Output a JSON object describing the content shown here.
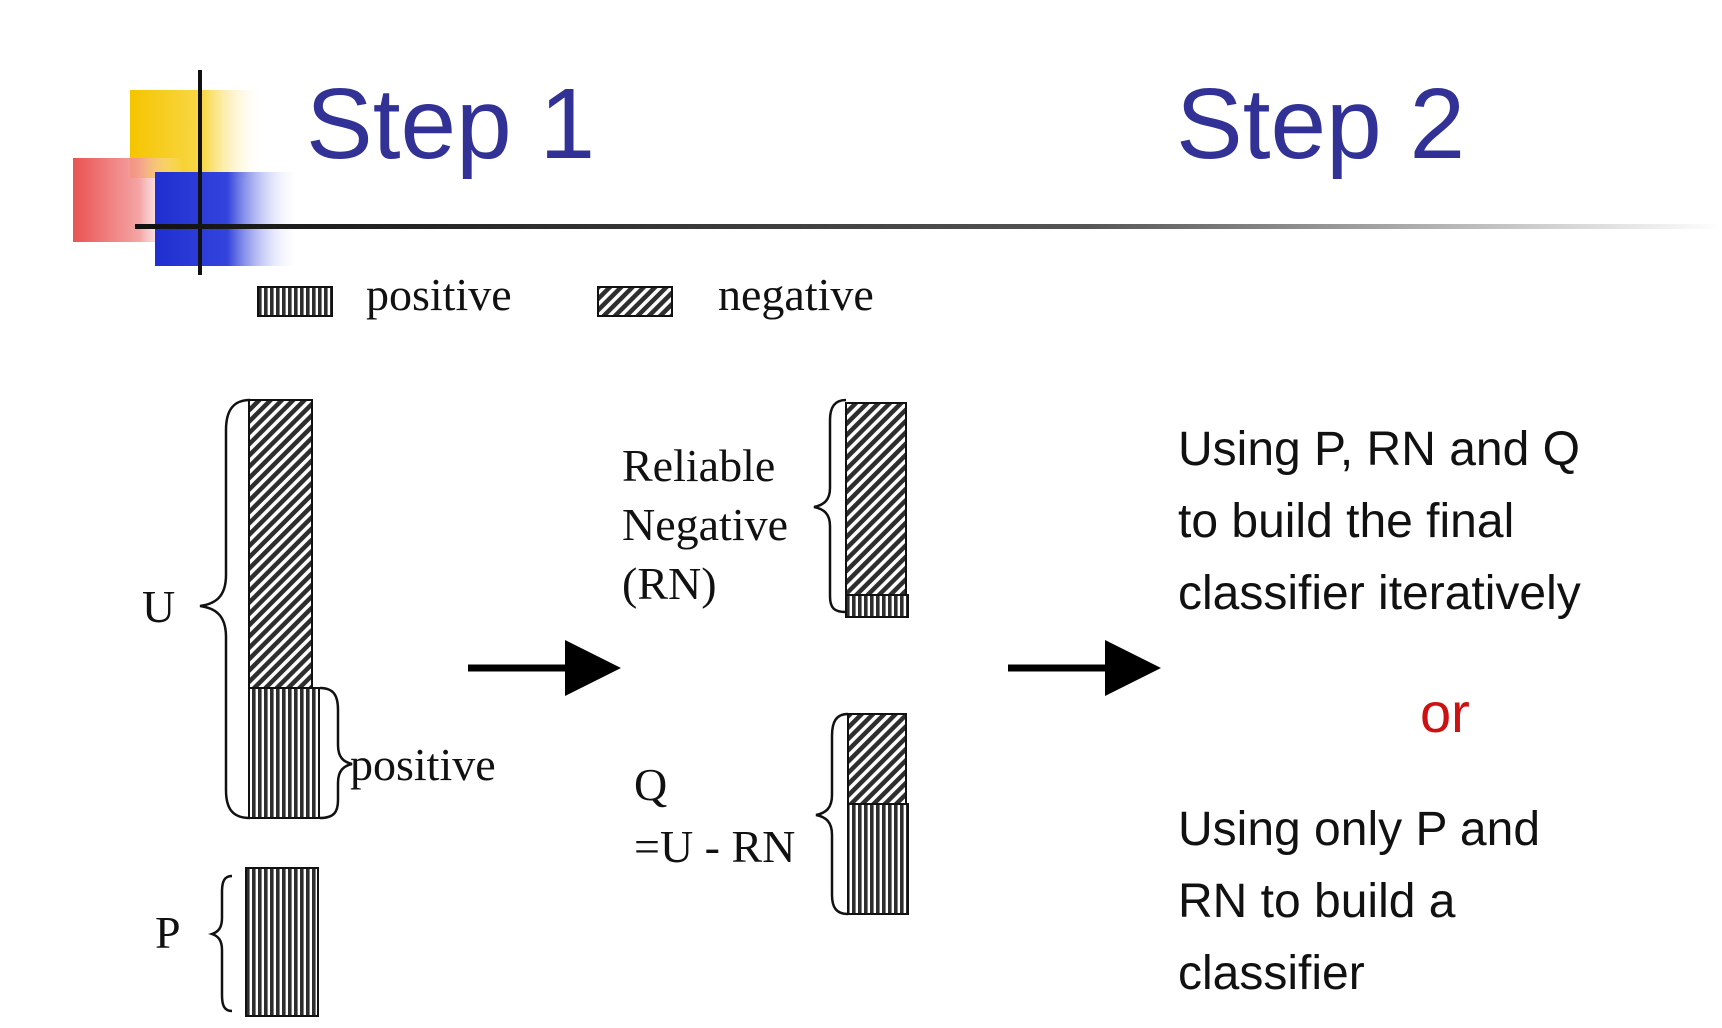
{
  "slide": {
    "step1_title": "Step 1",
    "step2_title": "Step 2"
  },
  "legend": {
    "positive_label": "positive",
    "negative_label": "negative"
  },
  "diagram": {
    "u_label": "U",
    "u_positive_label": "positive",
    "p_label": "P",
    "rn_label_line1": "Reliable",
    "rn_label_line2": "Negative",
    "rn_label_line3": "(RN)",
    "q_label_line1": "Q",
    "q_label_line2": "=U - RN"
  },
  "step2": {
    "option1": [
      "Using P, RN and Q",
      "to build the final",
      "classifier iteratively"
    ],
    "or_label": "or",
    "option2": [
      "Using only P and",
      "RN to build a",
      "classifier"
    ]
  },
  "colors": {
    "title": "#323296",
    "or": "#cc1111",
    "block_fill": "#3a3a3a",
    "logo_yellow": "#f5c400",
    "logo_red": "#e84040",
    "logo_blue": "#2233cc"
  }
}
